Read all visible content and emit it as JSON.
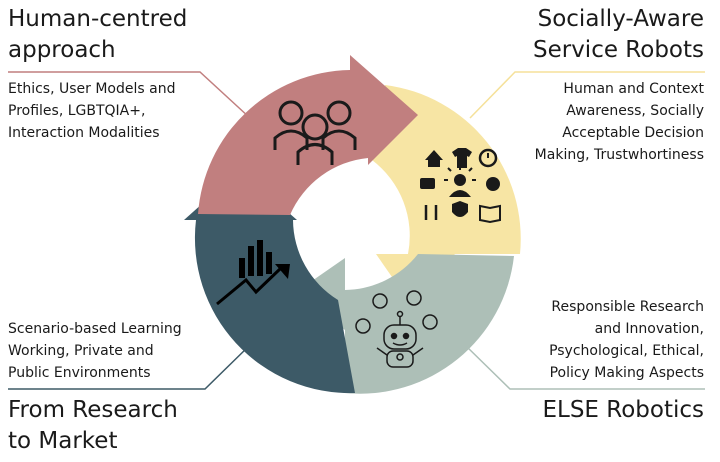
{
  "quadrants": {
    "top_left": {
      "title": "Human-centred\napproach",
      "description": "Ethics, User Models and\nProfiles, LGBTQIA+,\nInteraction Modalities",
      "color": "#c17f7f",
      "icon": "people-group-icon"
    },
    "top_right": {
      "title": "Socially-Aware\nService Robots",
      "description": "Human and Context\nAwareness, Socially\nAcceptable Decision\nMaking, Trustwhortiness",
      "color": "#f7e5a4",
      "icon": "daily-activities-icon"
    },
    "bottom_right": {
      "title": "ELSE Robotics",
      "description": "Responsible Research\nand Innovation,\nPsychological, Ethical,\nPolicy Making Aspects",
      "color": "#adbfb7",
      "icon": "thinking-robot-icon"
    },
    "bottom_left": {
      "title": "From Research\nto Market",
      "description": "Scenario-based Learning\nWorking, Private and\nPublic Environments",
      "color": "#3d5a67",
      "icon": "growth-chart-icon"
    }
  }
}
